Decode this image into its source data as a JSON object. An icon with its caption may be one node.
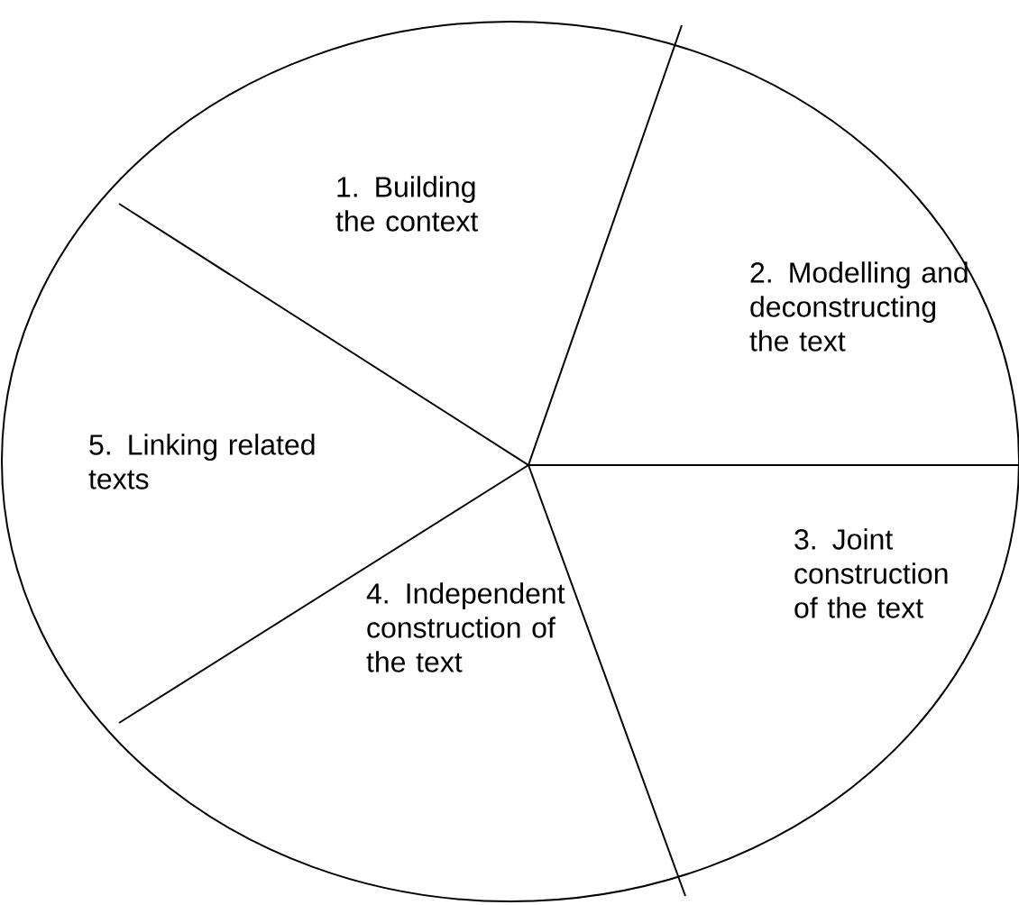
{
  "diagram": {
    "nodes": [
      {
        "text": [
          "1. Building the context"
        ]
      },
      {
        "text": [
          "2. Modelling and deconstructing the text"
        ]
      },
      {
        "text": [
          "3. Joint construction of the text"
        ]
      },
      {
        "text": [
          "4. Independent construction of the text"
        ]
      },
      {
        "text": [
          "5. Linking related texts"
        ]
      }
    ]
  }
}
